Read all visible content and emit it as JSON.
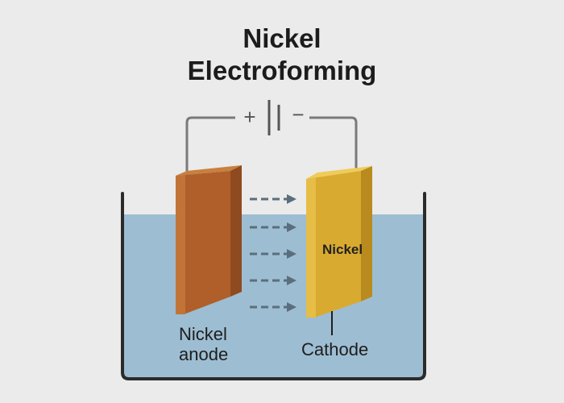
{
  "title": {
    "line1": "Nickel",
    "line2": "Electroforming"
  },
  "battery": {
    "positive_symbol": "+",
    "negative_symbol": "−"
  },
  "labels": {
    "anode_line1": "Nickel",
    "anode_line2": "anode",
    "cathode": "Cathode",
    "cathode_metal": "Nickel"
  },
  "colors": {
    "background": "#ebebeb",
    "electrolyte": "#9dbdd2",
    "tank_outline": "#2b2b2b",
    "anode_front": "#b05f2a",
    "anode_side": "#c27438",
    "cathode_front": "#d8aa30",
    "cathode_side": "#e6bd46",
    "arrow": "#5a6e7c",
    "wire": "#7a7a7a"
  }
}
